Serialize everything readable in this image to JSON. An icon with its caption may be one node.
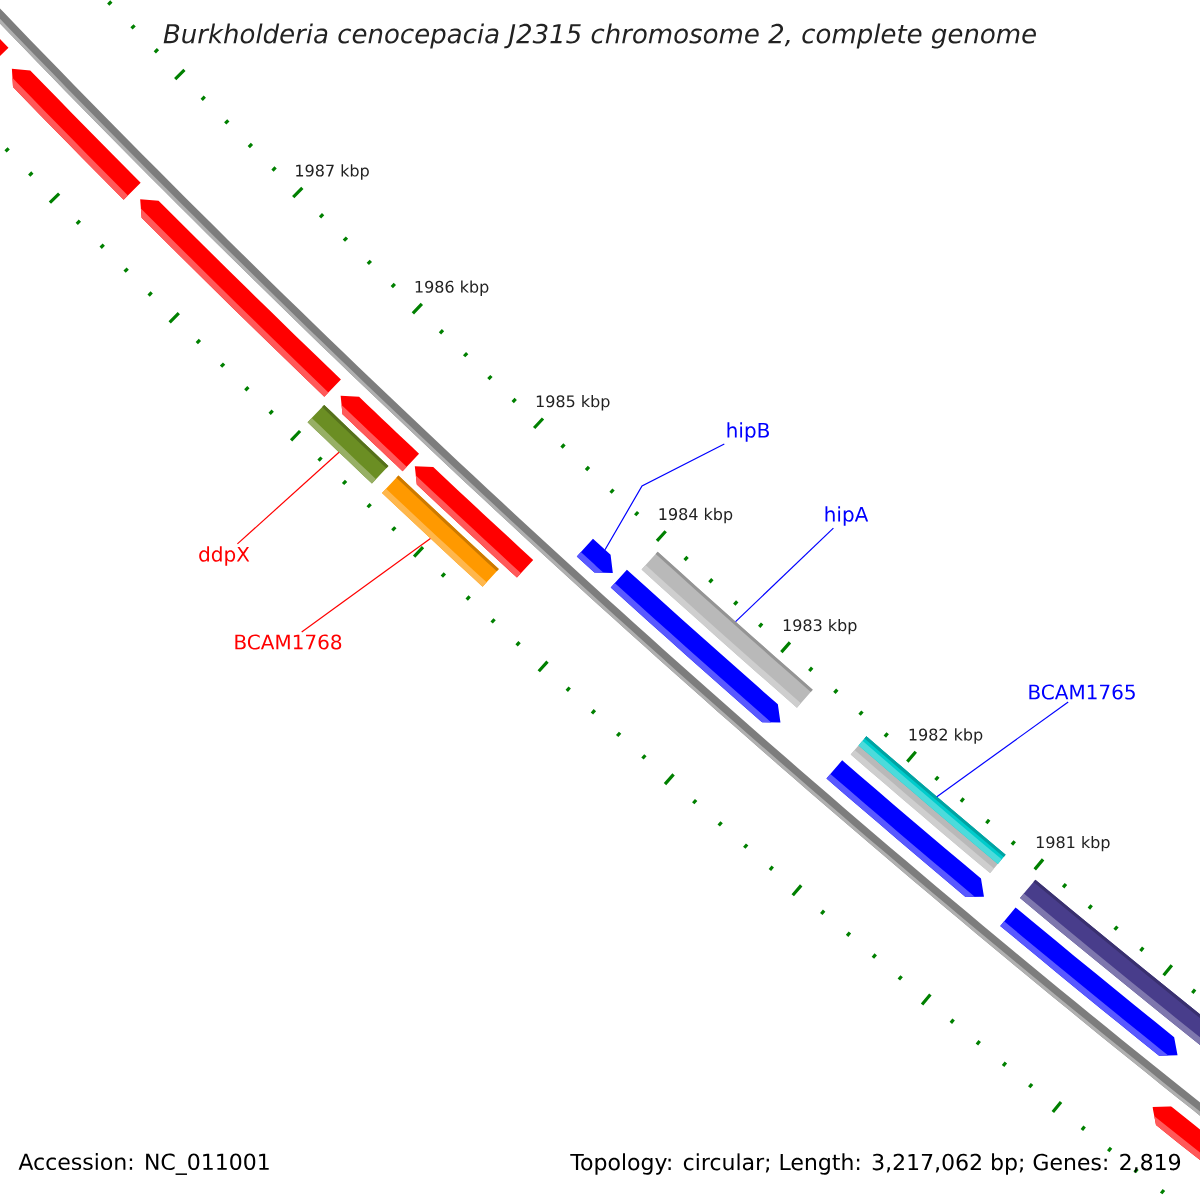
{
  "diagram": {
    "title": "Burkholderia cenocepacia J2315 chromosome 2, complete genome",
    "nodes": [
      {
        "text": [
          "hipB"
        ]
      },
      {
        "text": [
          "hipA"
        ]
      },
      {
        "text": [
          "ddpX"
        ]
      },
      {
        "text": [
          "BCAM1768"
        ]
      },
      {
        "text": [
          "BCAM1765"
        ]
      },
      {
        "text": [],
        "shape": "bar"
      },
      {
        "text": [],
        "shape": "bar"
      },
      {
        "text": [],
        "shape": "arrow"
      },
      {
        "text": [],
        "shape": "bar"
      },
      {
        "text": [],
        "shape": "bar"
      }
    ],
    "edges": [
      {
        "from": 0,
        "to": 7,
        "arrow": "none"
      },
      {
        "from": 1,
        "to": 8,
        "arrow": "none"
      },
      {
        "from": 2,
        "to": 5,
        "arrow": "none",
        "color": "#ff0000"
      },
      {
        "from": 3,
        "to": 6,
        "arrow": "none",
        "color": "#ff0000"
      },
      {
        "from": 4,
        "to": 9,
        "arrow": "none"
      }
    ],
    "labels": [
      "1987 kbp",
      "1986 kbp",
      "1985 kbp",
      "1984 kbp",
      "1983 kbp",
      "1982 kbp",
      "1981 kbp",
      "Accession: NC_011001",
      "Topology: circular; Length: 3,217,062 bp; Genes: 2,819"
    ]
  }
}
